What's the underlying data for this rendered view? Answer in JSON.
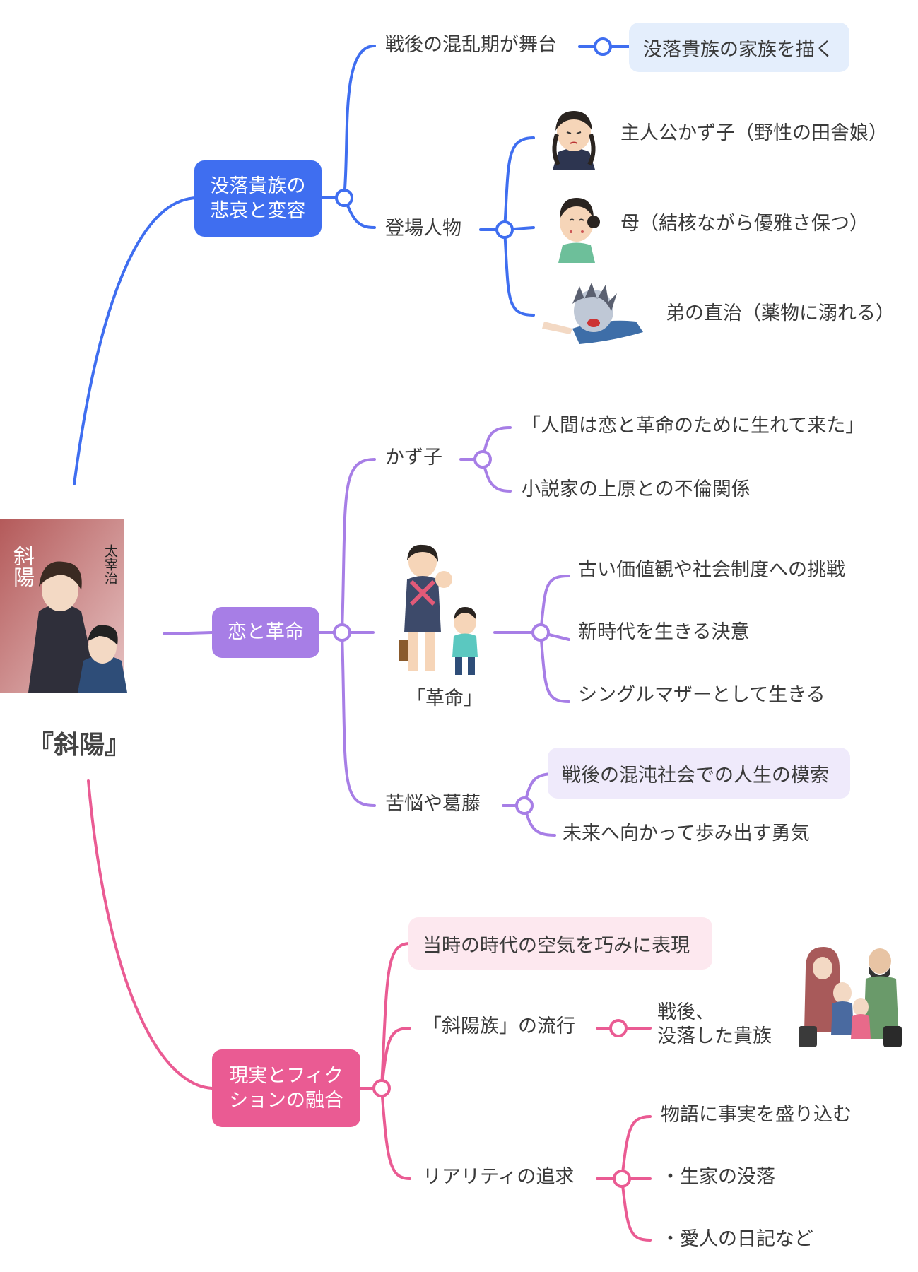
{
  "root": {
    "title": "『斜陽』",
    "cover_title": "斜陽",
    "cover_author": "太宰治"
  },
  "colors": {
    "blue": "#3f6ef0",
    "purple": "#a77ee6",
    "pink": "#ea5b93",
    "blue_light": "#e4eefc",
    "purple_light": "#efeafb",
    "pink_light": "#fde8ef"
  },
  "branch1": {
    "label": "没落貴族の\n悲哀と変容",
    "setting": "戦後の混乱期が舞台",
    "setting_detail": "没落貴族の家族を描く",
    "characters": "登場人物",
    "char1": "主人公かず子（野性の田舎娘）",
    "char2": "母（結核ながら優雅さ保つ）",
    "char3": "弟の直治（薬物に溺れる）"
  },
  "branch2": {
    "label": "恋と革命",
    "kazuko": "かず子",
    "kazuko_1": "「人間は恋と革命のために生れて来た」",
    "kazuko_2": "小説家の上原との不倫関係",
    "revolution_caption": "「革命」",
    "rev_1": "古い価値観や社会制度への挑戦",
    "rev_2": "新時代を生きる決意",
    "rev_3": "シングルマザーとして生きる",
    "conflict": "苦悩や葛藤",
    "conflict_1": "戦後の混沌社会での人生の模索",
    "conflict_2": "未来へ向かって歩み出す勇気"
  },
  "branch3": {
    "label": "現実とフィク\nションの融合",
    "air": "当時の時代の空気を巧みに表現",
    "trend": "「斜陽族」の流行",
    "trend_detail": "戦後、\n没落した貴族",
    "reality": "リアリティの追求",
    "reality_1": "物語に事実を盛り込む",
    "reality_2": "・生家の没落",
    "reality_3": "・愛人の日記など"
  }
}
